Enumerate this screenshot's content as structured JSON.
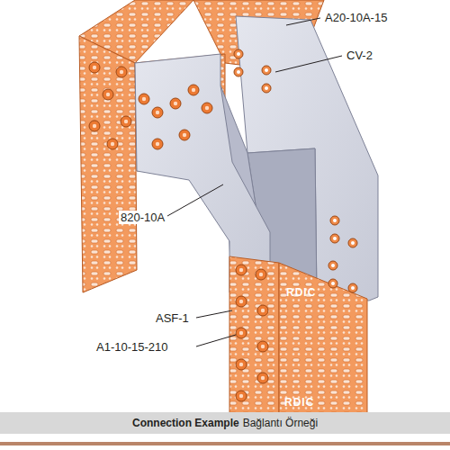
{
  "diagram": {
    "caption": "Connection Example",
    "labels": [
      "A20-10A-15",
      "CV-2",
      "820-10A",
      "ASF-1",
      "A1-10-15-210",
      "RDIC",
      "RDIC",
      "Bağlantı Örneği"
    ]
  }
}
